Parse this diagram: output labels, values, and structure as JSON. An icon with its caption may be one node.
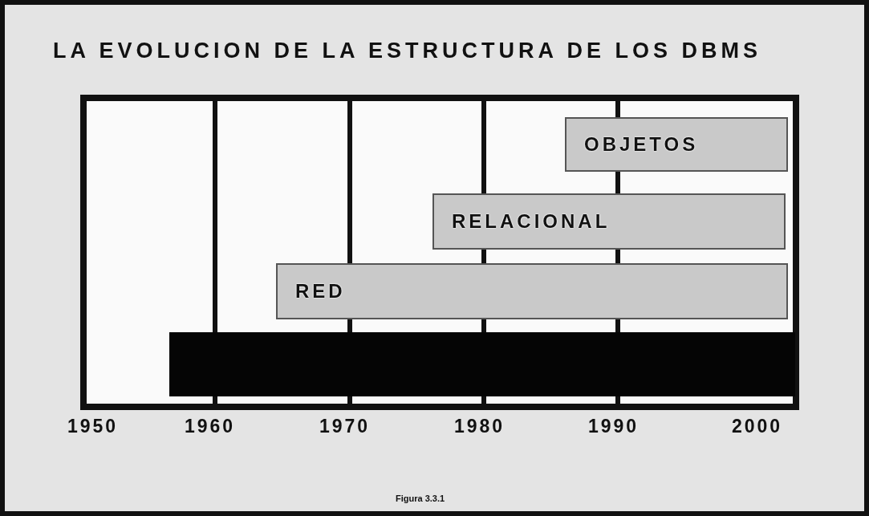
{
  "diagram": {
    "title": "LA EVOLUCION DE LA ESTRUCTURA DE LOS DBMS",
    "caption": "Figura 3.3.1",
    "nodes": [
      {
        "text": [
          "OBJETOS"
        ]
      },
      {
        "text": [
          "RELACIONAL"
        ]
      },
      {
        "text": [
          "RED"
        ]
      },
      {
        "text": [],
        "shape": "bar"
      }
    ],
    "labels": [
      "1950",
      "1960",
      "1970",
      "1980",
      "1990",
      "2000"
    ]
  }
}
